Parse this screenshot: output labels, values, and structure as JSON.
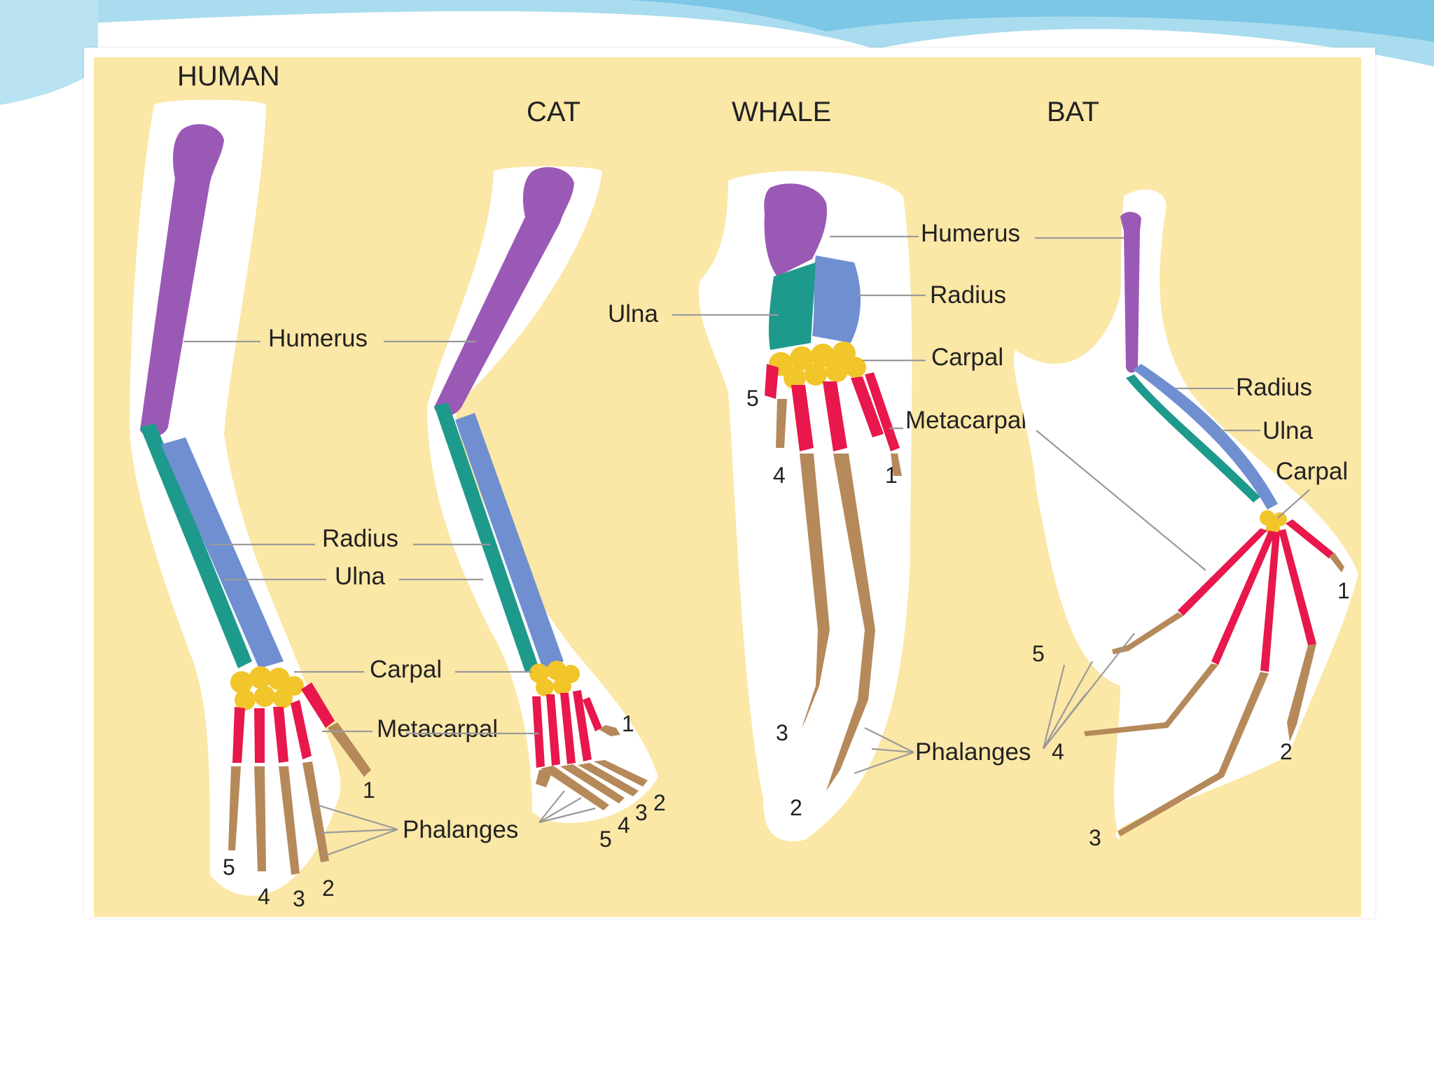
{
  "figure": {
    "human": {
      "title": "HUMAN",
      "labels": {
        "humerus": "Humerus",
        "radius": "Radius",
        "ulna": "Ulna",
        "carpal": "Carpal",
        "metacarpal": "Metacarpal",
        "phalanges": "Phalanges"
      },
      "digits": [
        "1",
        "2",
        "3",
        "4",
        "5"
      ]
    },
    "cat": {
      "title": "CAT",
      "digits": [
        "1",
        "2",
        "3",
        "4",
        "5"
      ]
    },
    "whale": {
      "title": "WHALE",
      "labels": {
        "humerus": "Humerus",
        "radius": "Radius",
        "ulna": "Ulna",
        "carpal": "Carpal",
        "metacarpal": "Metacarpal",
        "phalanges": "Phalanges"
      },
      "digits": [
        "1",
        "2",
        "3",
        "4",
        "5"
      ]
    },
    "bat": {
      "title": "BAT",
      "labels": {
        "radius": "Radius",
        "ulna": "Ulna",
        "carpal": "Carpal"
      },
      "digits": [
        "1",
        "2",
        "3",
        "4",
        "5"
      ]
    },
    "bone_colors": {
      "humerus": "#9b59b6",
      "radius": "#6f8fd1",
      "ulna": "#1e9a8c",
      "carpal": "#f2c52a",
      "metacarpal": "#e8174c",
      "phalanges": "#b5895a"
    }
  }
}
